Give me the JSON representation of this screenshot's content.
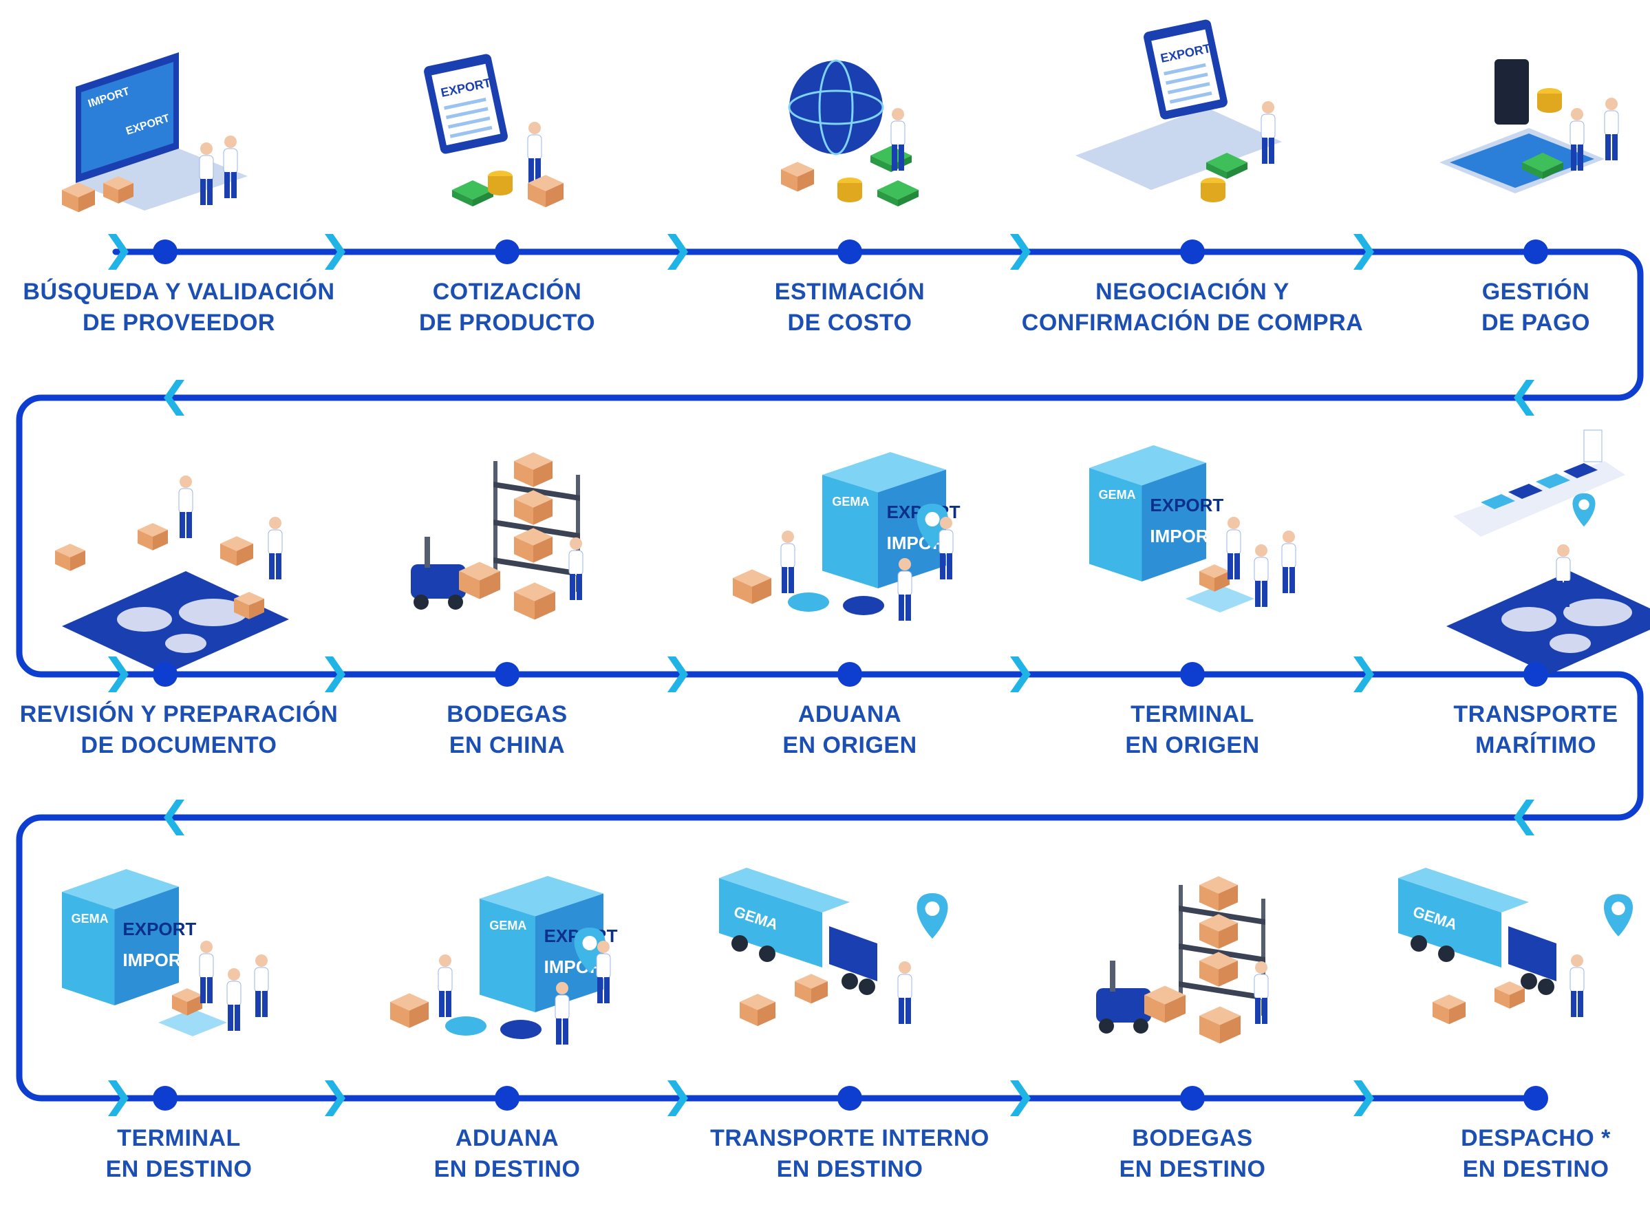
{
  "colors": {
    "path": "#0d3ecf",
    "node": "#0d3ecf",
    "chevron": "#1fb3e6",
    "text": "#1c4fb3",
    "illustration_dark": "#1a3fb0",
    "illustration_light": "#3fb6e8",
    "box": "#e8a06a"
  },
  "rows": [
    {
      "steps": [
        {
          "lines": [
            "BÚSQUEDA Y VALIDACIÓN",
            "DE PROVEEDOR"
          ],
          "icon": "laptop-import-export-icon"
        },
        {
          "lines": [
            "COTIZACIÓN",
            "DE PRODUCTO"
          ],
          "icon": "export-clipboard-icon"
        },
        {
          "lines": [
            "ESTIMACIÓN",
            "DE COSTO"
          ],
          "icon": "globe-money-icon"
        },
        {
          "lines": [
            "NEGOCIACIÓN Y",
            "CONFIRMACIÓN DE COMPRA"
          ],
          "icon": "contract-signing-icon"
        },
        {
          "lines": [
            "GESTIÓN",
            "DE PAGO"
          ],
          "icon": "tablet-payment-icon"
        }
      ]
    },
    {
      "steps": [
        {
          "lines": [
            "REVISIÓN Y PREPARACIÓN",
            "DE DOCUMENTO"
          ],
          "icon": "world-map-documents-icon"
        },
        {
          "lines": [
            "BODEGAS",
            "EN CHINA"
          ],
          "icon": "warehouse-forklift-icon"
        },
        {
          "lines": [
            "ADUANA",
            "EN ORIGEN"
          ],
          "icon": "customs-container-icon"
        },
        {
          "lines": [
            "TERMINAL",
            "EN ORIGEN"
          ],
          "icon": "terminal-container-icon"
        },
        {
          "lines": [
            "TRANSPORTE",
            "MARÍTIMO"
          ],
          "icon": "cargo-ship-icon"
        }
      ]
    },
    {
      "steps": [
        {
          "lines": [
            "TERMINAL",
            "EN DESTINO"
          ],
          "icon": "terminal-container-icon"
        },
        {
          "lines": [
            "ADUANA",
            "EN DESTINO"
          ],
          "icon": "customs-container-icon"
        },
        {
          "lines": [
            "TRANSPORTE INTERNO",
            "EN DESTINO"
          ],
          "icon": "truck-delivery-icon"
        },
        {
          "lines": [
            "BODEGAS",
            "EN DESTINO"
          ],
          "icon": "warehouse-forklift-icon"
        },
        {
          "lines": [
            "DESPACHO *",
            "EN DESTINO"
          ],
          "icon": "truck-dispatch-icon"
        }
      ]
    }
  ],
  "container_text": {
    "brand": "GEMA",
    "export": "EXPORT",
    "import": "IMPORT"
  }
}
